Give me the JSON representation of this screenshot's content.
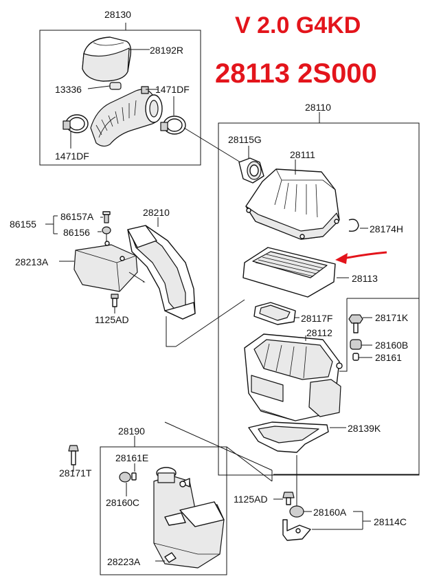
{
  "header": {
    "engine": "V 2.0 G4KD",
    "part_number": "28113 2S000"
  },
  "accent_color": "#e3141b",
  "labels": {
    "l28130": "28130",
    "l28192R": "28192R",
    "l13336": "13336",
    "l1471DF_a": "1471DF",
    "l1471DF_b": "1471DF",
    "l28110": "28110",
    "l28115G": "28115G",
    "l28111": "28111",
    "l28174H": "28174H",
    "l28113": "28113",
    "l86157A": "86157A",
    "l86155": "86155",
    "l86156": "86156",
    "l28210": "28210",
    "l28213A": "28213A",
    "l1125AD_a": "1125AD",
    "l28117F": "28117F",
    "l28171K": "28171K",
    "l28112": "28112",
    "l28160B": "28160B",
    "l28161": "28161",
    "l28139K": "28139K",
    "l28190": "28190",
    "l28171T": "28171T",
    "l28161E": "28161E",
    "l28160C": "28160C",
    "l1125AD_b": "1125AD",
    "l28160A": "28160A",
    "l28114C": "28114C",
    "l28223A": "28223A"
  }
}
